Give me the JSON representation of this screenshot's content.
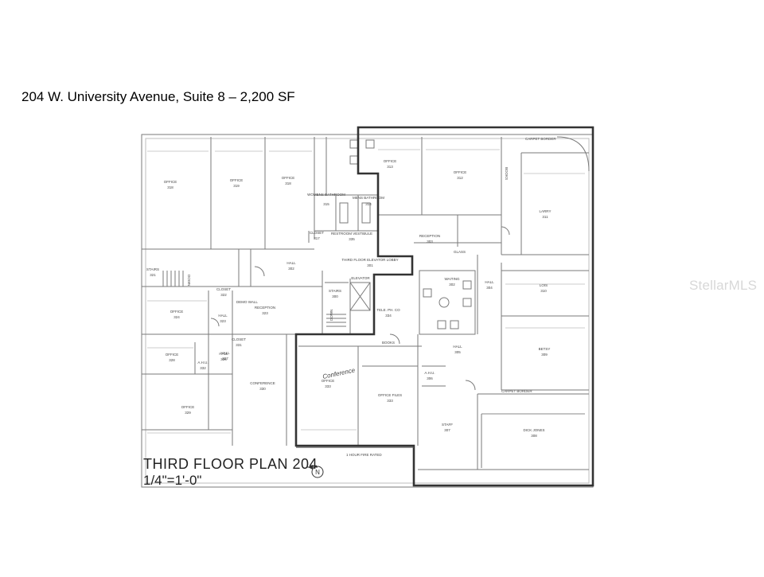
{
  "header": {
    "title": "204 W. University Avenue, Suite 8 – 2,200 SF"
  },
  "watermark": {
    "text": "StellarMLS"
  },
  "plan": {
    "title": "THIRD FLOOR PLAN 204",
    "scale": "1/4\"=1'-0\"",
    "north_label": "N",
    "fire_note": "1 HOUR FIRE RATED",
    "suite_outline_color": "#333333",
    "rooms": [
      {
        "name": "OFFICE",
        "number": "318"
      },
      {
        "name": "OFFICE",
        "number": "319"
      },
      {
        "name": "OFFICE",
        "number": "318"
      },
      {
        "name": "WOMENS BATHROOM",
        "number": "315"
      },
      {
        "name": "MENS BATHROOM",
        "number": "314"
      },
      {
        "name": "RESTROOM VESTIBULE",
        "number": "335"
      },
      {
        "name": "CLOSET",
        "number": "317"
      },
      {
        "name": "OFFICE",
        "number": "313"
      },
      {
        "name": "OFFICE",
        "number": "312"
      },
      {
        "name": "LARRY",
        "number": "311"
      },
      {
        "name": "RECEPTION",
        "number": "303"
      },
      {
        "name": "THIRD FLOOR ELEVATOR LOBBY",
        "number": "301"
      },
      {
        "name": "HALL",
        "number": "302"
      },
      {
        "name": "STAIRS",
        "number": "321"
      },
      {
        "name": "CLOSET",
        "number": "322"
      },
      {
        "name": "HALL",
        "number": "323"
      },
      {
        "name": "RECEPTION",
        "number": "323"
      },
      {
        "name": "OFFICE",
        "number": "324"
      },
      {
        "name": "HALL",
        "number": "326"
      },
      {
        "name": "STAIRS",
        "number": "300"
      },
      {
        "name": "ELEVATOR",
        "number": ""
      },
      {
        "name": "TELE. PH. CO",
        "number": "334"
      },
      {
        "name": "WAITING",
        "number": "302"
      },
      {
        "name": "HALL",
        "number": "304"
      },
      {
        "name": "LOIS",
        "number": "310"
      },
      {
        "name": "OFFICE",
        "number": "328"
      },
      {
        "name": "HALL",
        "number": "327"
      },
      {
        "name": "CLOSET",
        "number": "331"
      },
      {
        "name": "A.H.U.",
        "number": "332"
      },
      {
        "name": "CONFERENCE",
        "number": "330"
      },
      {
        "name": "OFFICE",
        "number": "333"
      },
      {
        "name": "OFFICE FILES",
        "number": "333"
      },
      {
        "name": "HALL",
        "number": "305"
      },
      {
        "name": "BETSY",
        "number": "309"
      },
      {
        "name": "A.H.U.",
        "number": "306"
      },
      {
        "name": "OFFICE",
        "number": "329"
      },
      {
        "name": "STAFF",
        "number": "307"
      },
      {
        "name": "DICK JONES",
        "number": "308"
      }
    ],
    "labels": {
      "carpet_border_top": "CARPET BORDER",
      "carpet_border_bottom": "CARPET BORDER",
      "books_1": "BOOKS",
      "books_2": "BOOKS",
      "glass": "GLASS",
      "demo_wall": "DEMO WALL",
      "conference_note": "Conference",
      "down_1": "DOWN",
      "down_2": "DOWN"
    }
  }
}
